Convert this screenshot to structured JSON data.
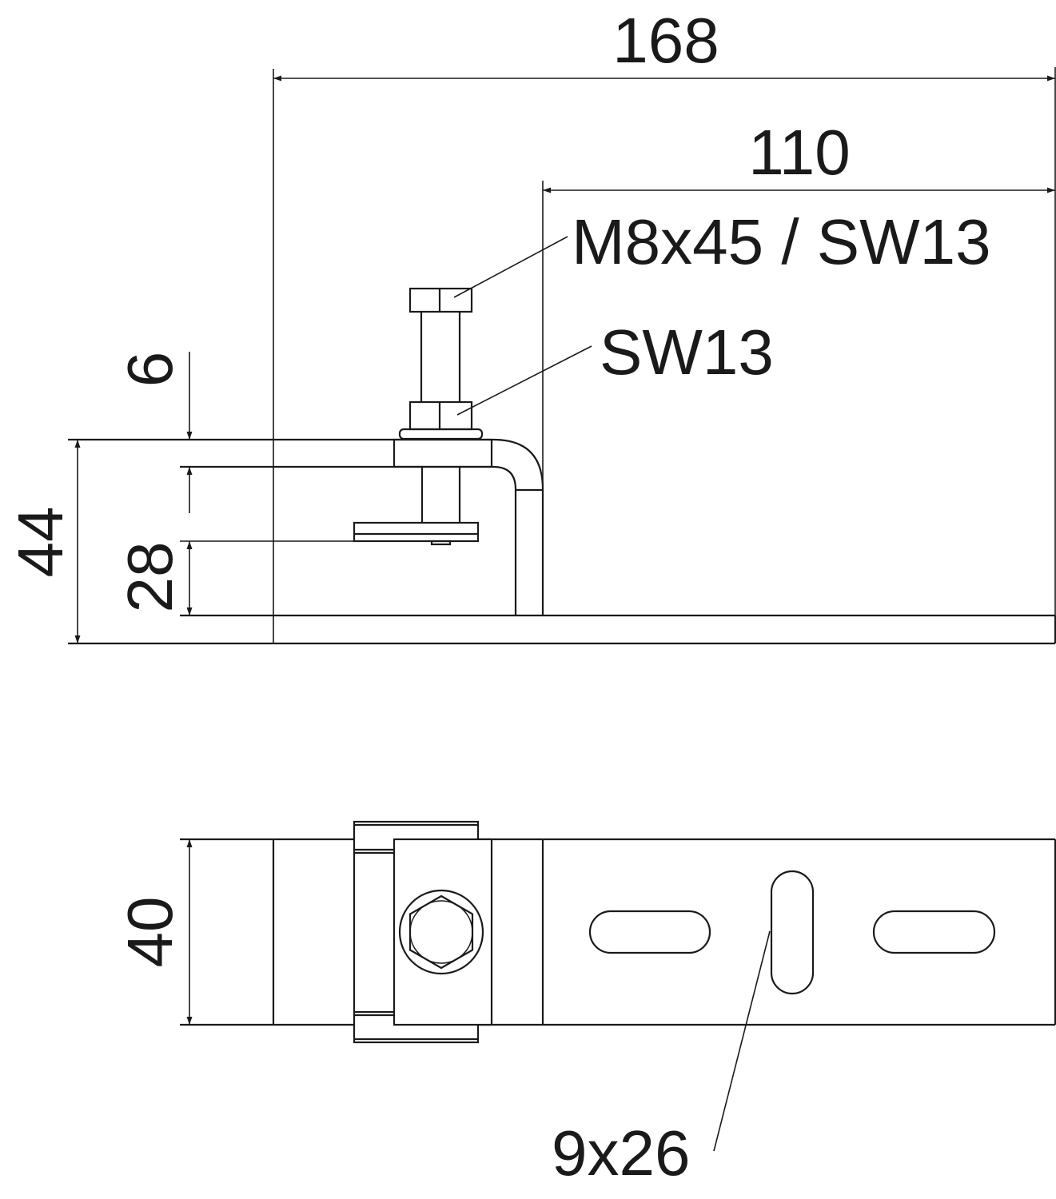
{
  "dimensions": {
    "overall_length": "168",
    "slot_section_length": "110",
    "overall_height": "44",
    "plate_thickness": "6",
    "clamp_gap": "28",
    "width": "40"
  },
  "labels": {
    "bolt": "M8x45 / SW13",
    "nut": "SW13",
    "slot": "9x26"
  },
  "colors": {
    "line": "#1a1a1a",
    "background": "#ffffff"
  }
}
